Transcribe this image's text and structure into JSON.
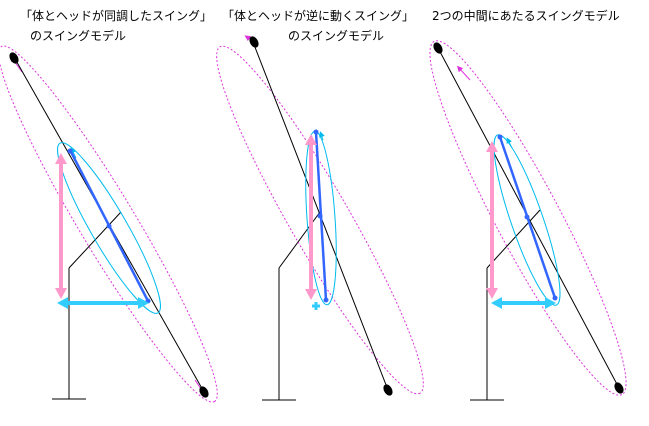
{
  "models": [
    {
      "title_line1": "「体とヘッドが同調したスイング」",
      "title_line2": "のスイングモデル"
    },
    {
      "title_line1": "「体とヘッドが逆に動くスイング」",
      "title_line2": "のスイングモデル"
    },
    {
      "title_line1": "2つの中間にあたるスイングモデル",
      "title_line2": ""
    }
  ],
  "colors": {
    "shaft": "#000000",
    "club_blue": "#3366ff",
    "arc_cyan": "#00bbee",
    "orbit_magenta": "#dd33dd",
    "vertical_pink": "#ff99cc",
    "horizontal_cyan": "#33ccff"
  }
}
